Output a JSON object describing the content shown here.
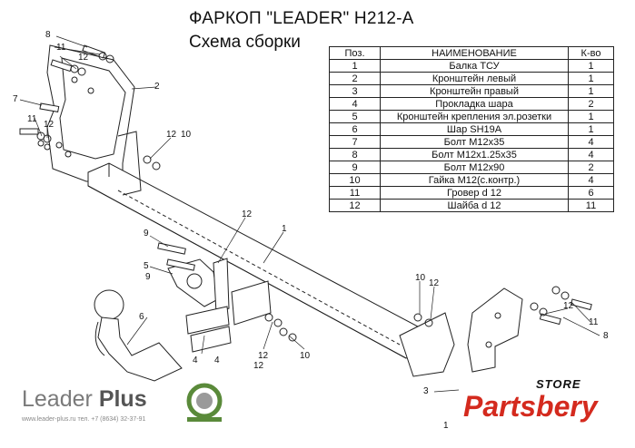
{
  "header": {
    "title": "ФАРКОП \"LEADER\" H212-A",
    "subtitle": "Схема сборки"
  },
  "table": {
    "columns": [
      "Поз.",
      "НАИМЕНОВАНИЕ",
      "К-во"
    ],
    "rows": [
      [
        "1",
        "Балка ТСУ",
        "1"
      ],
      [
        "2",
        "Кронштейн левый",
        "1"
      ],
      [
        "3",
        "Кронштейн правый",
        "1"
      ],
      [
        "4",
        "Прокладка шара",
        "2"
      ],
      [
        "5",
        "Кронштейн крепления эл.розетки",
        "1"
      ],
      [
        "6",
        "Шар SH19A",
        "1"
      ],
      [
        "7",
        "Болт М12х35",
        "4"
      ],
      [
        "8",
        "Болт М12х1.25х35",
        "4"
      ],
      [
        "9",
        "Болт М12х90",
        "2"
      ],
      [
        "10",
        "Гайка М12(с.контр.)",
        "4"
      ],
      [
        "11",
        "Гровер d 12",
        "6"
      ],
      [
        "12",
        "Шайба d 12",
        "11"
      ]
    ]
  },
  "callouts": {
    "c1": "1",
    "c1b": "1",
    "c2": "2",
    "c3": "3",
    "c4a": "4",
    "c4b": "4",
    "c5": "5",
    "c6": "6",
    "c7": "7",
    "c8a": "8",
    "c8b": "8",
    "c9": "9",
    "c9b": "9",
    "c10a": "10",
    "c10b": "10",
    "c10c": "10",
    "c11a": "11",
    "c11b": "11",
    "c11c": "11",
    "c12a": "12",
    "c12b": "12",
    "c12c": "12",
    "c12d": "12",
    "c12e": "12",
    "c12f": "12",
    "c12g": "12",
    "c12h": "12"
  },
  "branding": {
    "leader_plus_1": "Leader",
    "leader_plus_2": "Plus",
    "leader_contacts": "www.leader-plus.ru    тел. +7 (8634) 32-37-91",
    "store": "STORE",
    "partsbery": "Partsbery"
  },
  "colors": {
    "partsbery_red": "#d42a1e",
    "leader_grey": "#7a7a7a",
    "logo_green": "#5a8a3a"
  }
}
